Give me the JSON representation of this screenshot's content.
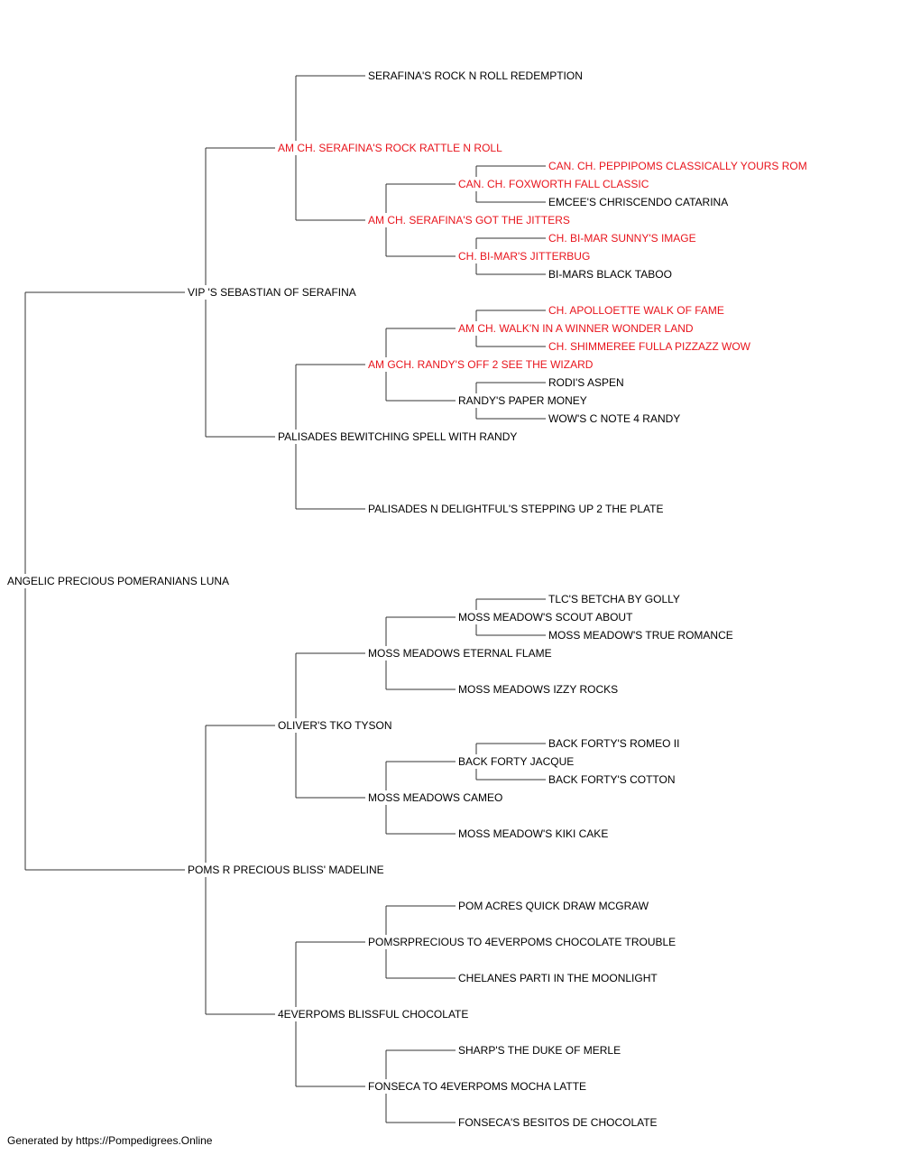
{
  "colors": {
    "line": "#333333",
    "text": "#000000",
    "champion": "#e8141c"
  },
  "footer": "Generated by https://Pompedigrees.Online",
  "pedigree": {
    "name": "ANGELIC PRECIOUS POMERANIANS LUNA",
    "champion": false,
    "sire": {
      "name": "VIP 'S SEBASTIAN OF SERAFINA",
      "champion": false,
      "sire": {
        "name": "AM CH. SERAFINA'S ROCK RATTLE N ROLL",
        "champion": true,
        "sire": {
          "name": "SERAFINA'S ROCK N ROLL REDEMPTION",
          "champion": false
        },
        "dam": {
          "name": "AM CH. SERAFINA'S GOT THE JITTERS",
          "champion": true,
          "sire": {
            "name": "CAN. CH. FOXWORTH FALL CLASSIC",
            "champion": true,
            "sire": {
              "name": "CAN. CH. PEPPIPOMS CLASSICALLY YOURS ROM",
              "champion": true
            },
            "dam": {
              "name": "EMCEE'S CHRISCENDO CATARINA",
              "champion": false
            }
          },
          "dam": {
            "name": "CH. BI-MAR'S JITTERBUG",
            "champion": true,
            "sire": {
              "name": "CH. BI-MAR SUNNY'S IMAGE",
              "champion": true
            },
            "dam": {
              "name": "BI-MARS BLACK TABOO",
              "champion": false
            }
          }
        }
      },
      "dam": {
        "name": "PALISADES BEWITCHING SPELL WITH RANDY",
        "champion": false,
        "sire": {
          "name": "AM GCH. RANDY'S OFF 2 SEE THE WIZARD",
          "champion": true,
          "sire": {
            "name": "AM CH. WALK'N IN A WINNER WONDER LAND",
            "champion": true,
            "sire": {
              "name": "CH. APOLLOETTE WALK OF FAME",
              "champion": true
            },
            "dam": {
              "name": "CH. SHIMMEREE FULLA PIZZAZZ WOW",
              "champion": true
            }
          },
          "dam": {
            "name": "RANDY'S PAPER MONEY",
            "champion": false,
            "sire": {
              "name": "RODI'S ASPEN",
              "champion": false
            },
            "dam": {
              "name": "WOW'S C NOTE 4 RANDY",
              "champion": false
            }
          }
        },
        "dam": {
          "name": "PALISADES N DELIGHTFUL'S STEPPING UP 2 THE PLATE",
          "champion": false
        }
      }
    },
    "dam": {
      "name": "POMS R PRECIOUS BLISS' MADELINE",
      "champion": false,
      "sire": {
        "name": "OLIVER'S TKO TYSON",
        "champion": false,
        "sire": {
          "name": "MOSS MEADOWS ETERNAL FLAME",
          "champion": false,
          "sire": {
            "name": "MOSS MEADOW'S SCOUT ABOUT",
            "champion": false,
            "sire": {
              "name": "TLC'S BETCHA BY GOLLY",
              "champion": false
            },
            "dam": {
              "name": "MOSS MEADOW'S TRUE ROMANCE",
              "champion": false
            }
          },
          "dam": {
            "name": "MOSS MEADOWS IZZY ROCKS",
            "champion": false
          }
        },
        "dam": {
          "name": "MOSS MEADOWS CAMEO",
          "champion": false,
          "sire": {
            "name": "BACK FORTY JACQUE",
            "champion": false,
            "sire": {
              "name": "BACK FORTY'S ROMEO II",
              "champion": false
            },
            "dam": {
              "name": "BACK FORTY'S COTTON",
              "champion": false
            }
          },
          "dam": {
            "name": "MOSS MEADOW'S KIKI CAKE",
            "champion": false
          }
        }
      },
      "dam": {
        "name": "4EVERPOMS BLISSFUL CHOCOLATE",
        "champion": false,
        "sire": {
          "name": "POMSRPRECIOUS TO 4EVERPOMS CHOCOLATE TROUBLE",
          "champion": false,
          "sire": {
            "name": "POM ACRES QUICK DRAW MCGRAW",
            "champion": false
          },
          "dam": {
            "name": "CHELANES PARTI IN THE MOONLIGHT",
            "champion": false
          }
        },
        "dam": {
          "name": "FONSECA TO 4EVERPOMS MOCHA LATTE",
          "champion": false,
          "sire": {
            "name": "SHARP'S THE DUKE OF MERLE",
            "champion": false
          },
          "dam": {
            "name": "FONSECA'S BESITOS DE CHOCOLATE",
            "champion": false
          }
        }
      }
    }
  }
}
